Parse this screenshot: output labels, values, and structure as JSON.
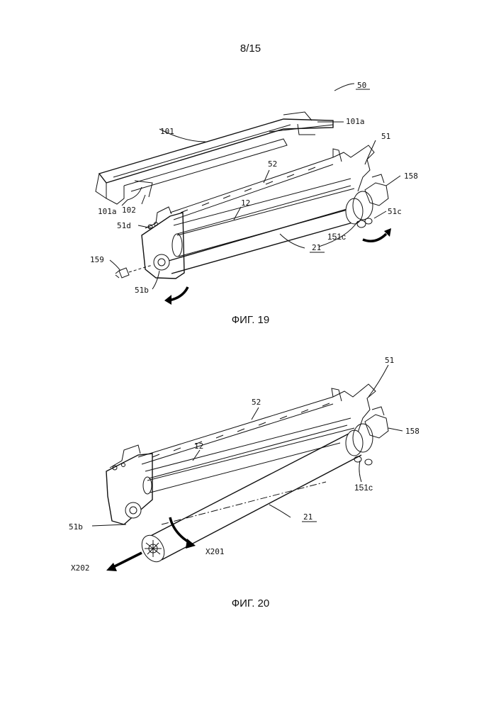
{
  "page_number": "8/15",
  "fig19": {
    "caption": "ФИГ. 19",
    "labels": {
      "l50": "50",
      "l101": "101",
      "l101a_top": "101a",
      "l101a_left": "101a",
      "l102": "102",
      "l51": "51",
      "l52": "52",
      "l158": "158",
      "l12": "12",
      "l51c": "51c",
      "l51d": "51d",
      "l151c": "151c",
      "l21": "21",
      "l159": "159",
      "l51b": "51b"
    }
  },
  "fig20": {
    "caption": "ФИГ. 20",
    "labels": {
      "l51": "51",
      "l52": "52",
      "l158": "158",
      "l12": "12",
      "l151c": "151c",
      "l21": "21",
      "l51b": "51b",
      "lX201": "X201",
      "lX202": "X202"
    }
  }
}
